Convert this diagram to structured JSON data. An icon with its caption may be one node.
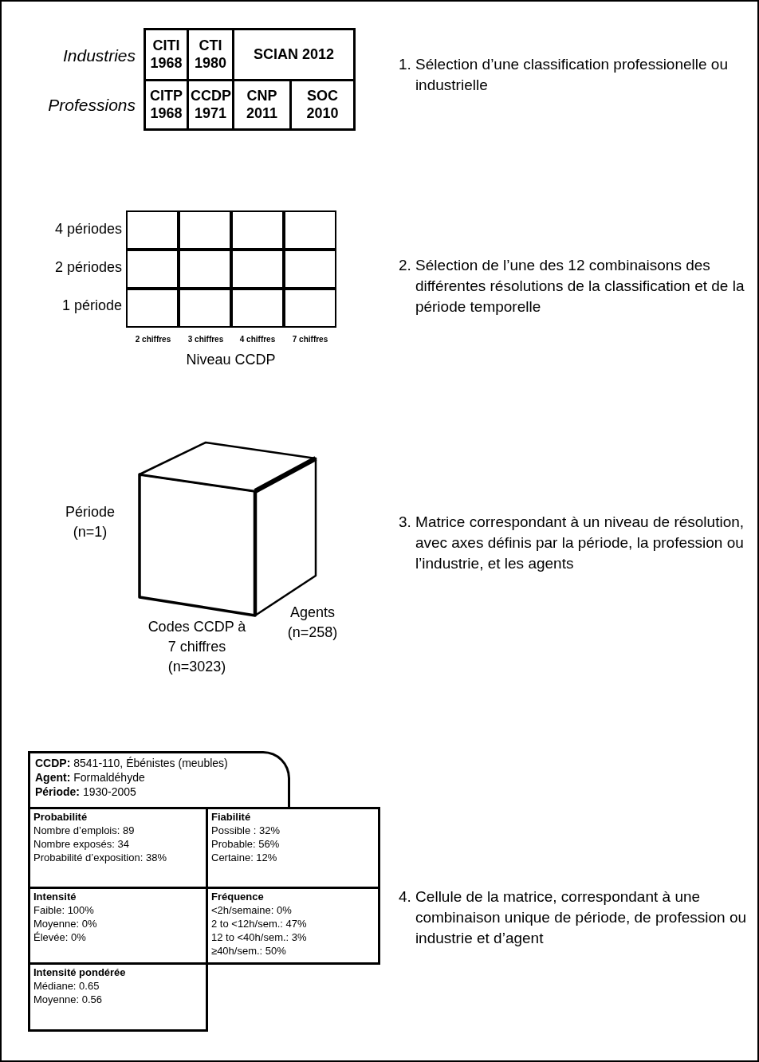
{
  "diagram": {
    "nodes": [
      {
        "text": [
          "CITI 1968"
        ]
      },
      {
        "text": [
          "CTI 1980"
        ]
      },
      {
        "text": [
          "SCIAN 2012"
        ]
      },
      {
        "text": [
          "CITP 1968"
        ]
      },
      {
        "text": [
          "CCDP 1971"
        ]
      },
      {
        "text": [
          "CNP 2011"
        ]
      },
      {
        "text": [
          "SOC 2010"
        ]
      },
      {
        "text": [],
        "shape": "box"
      },
      {
        "text": [],
        "shape": "box"
      },
      {
        "text": [],
        "shape": "box"
      },
      {
        "text": [],
        "shape": "box"
      },
      {
        "text": [],
        "shape": "box"
      },
      {
        "text": [],
        "shape": "box"
      },
      {
        "text": [],
        "shape": "box"
      },
      {
        "text": [],
        "shape": "box"
      },
      {
        "text": [],
        "shape": "box"
      },
      {
        "text": [],
        "shape": "box"
      },
      {
        "text": [],
        "shape": "box"
      },
      {
        "text": [],
        "shape": "box"
      },
      {
        "text": [],
        "shape": "cube",
        "beside": [
          "Période (n=1)",
          "Codes CCDP à 7 chiffres (n=3023)",
          "Agents (n=258)"
        ]
      },
      {
        "text": [
          "**CCDP:** 8541-110, Ébénistes (meubles)",
          "**Agent:** Formaldéhyde",
          "**Période:** 1930-2005"
        ]
      },
      {
        "text": [
          "Probabilité",
          "Nombre d’emplois: 89",
          "Nombre exposés: 34",
          "Probabilité d’exposition: 38%"
        ]
      },
      {
        "text": [
          "Fiabilité",
          "Possible : 32%",
          "Probable: 56%",
          "Certaine: 12%"
        ]
      },
      {
        "text": [
          "Intensité",
          "Faible: 100%",
          "Moyenne: 0%",
          "Élevée: 0%"
        ]
      },
      {
        "text": [
          "Fréquence",
          "<2h/semaine: 0%",
          "2 to <12h/sem.: 47%",
          "12 to <40h/sem.: 3%",
          "≥40h/sem.: 50%"
        ]
      },
      {
        "text": [
          "Intensité pondérée",
          "Médiane: 0.65",
          "Moyenne: 0.56"
        ]
      }
    ],
    "labels": [
      "Industries",
      "Professions",
      "1. Sélection d’une classification professionelle ou industrielle",
      "4 périodes",
      "2 périodes",
      "1 période",
      "2 chiffres",
      "3 chiffres",
      "4 chiffres",
      "7 chiffres",
      "Niveau CCDP",
      "2. Sélection de l’une des 12 combinaisons des différentes résolutions de la classification et de la période temporelle",
      "3. Matrice correspondant à un niveau de résolution, avec axes définis par la période, la profession ou l’industrie, et les agents",
      "4. Cellule de la matrice, correspondant à une combinaison unique de période, de profession ou industrie et d’agent"
    ]
  }
}
